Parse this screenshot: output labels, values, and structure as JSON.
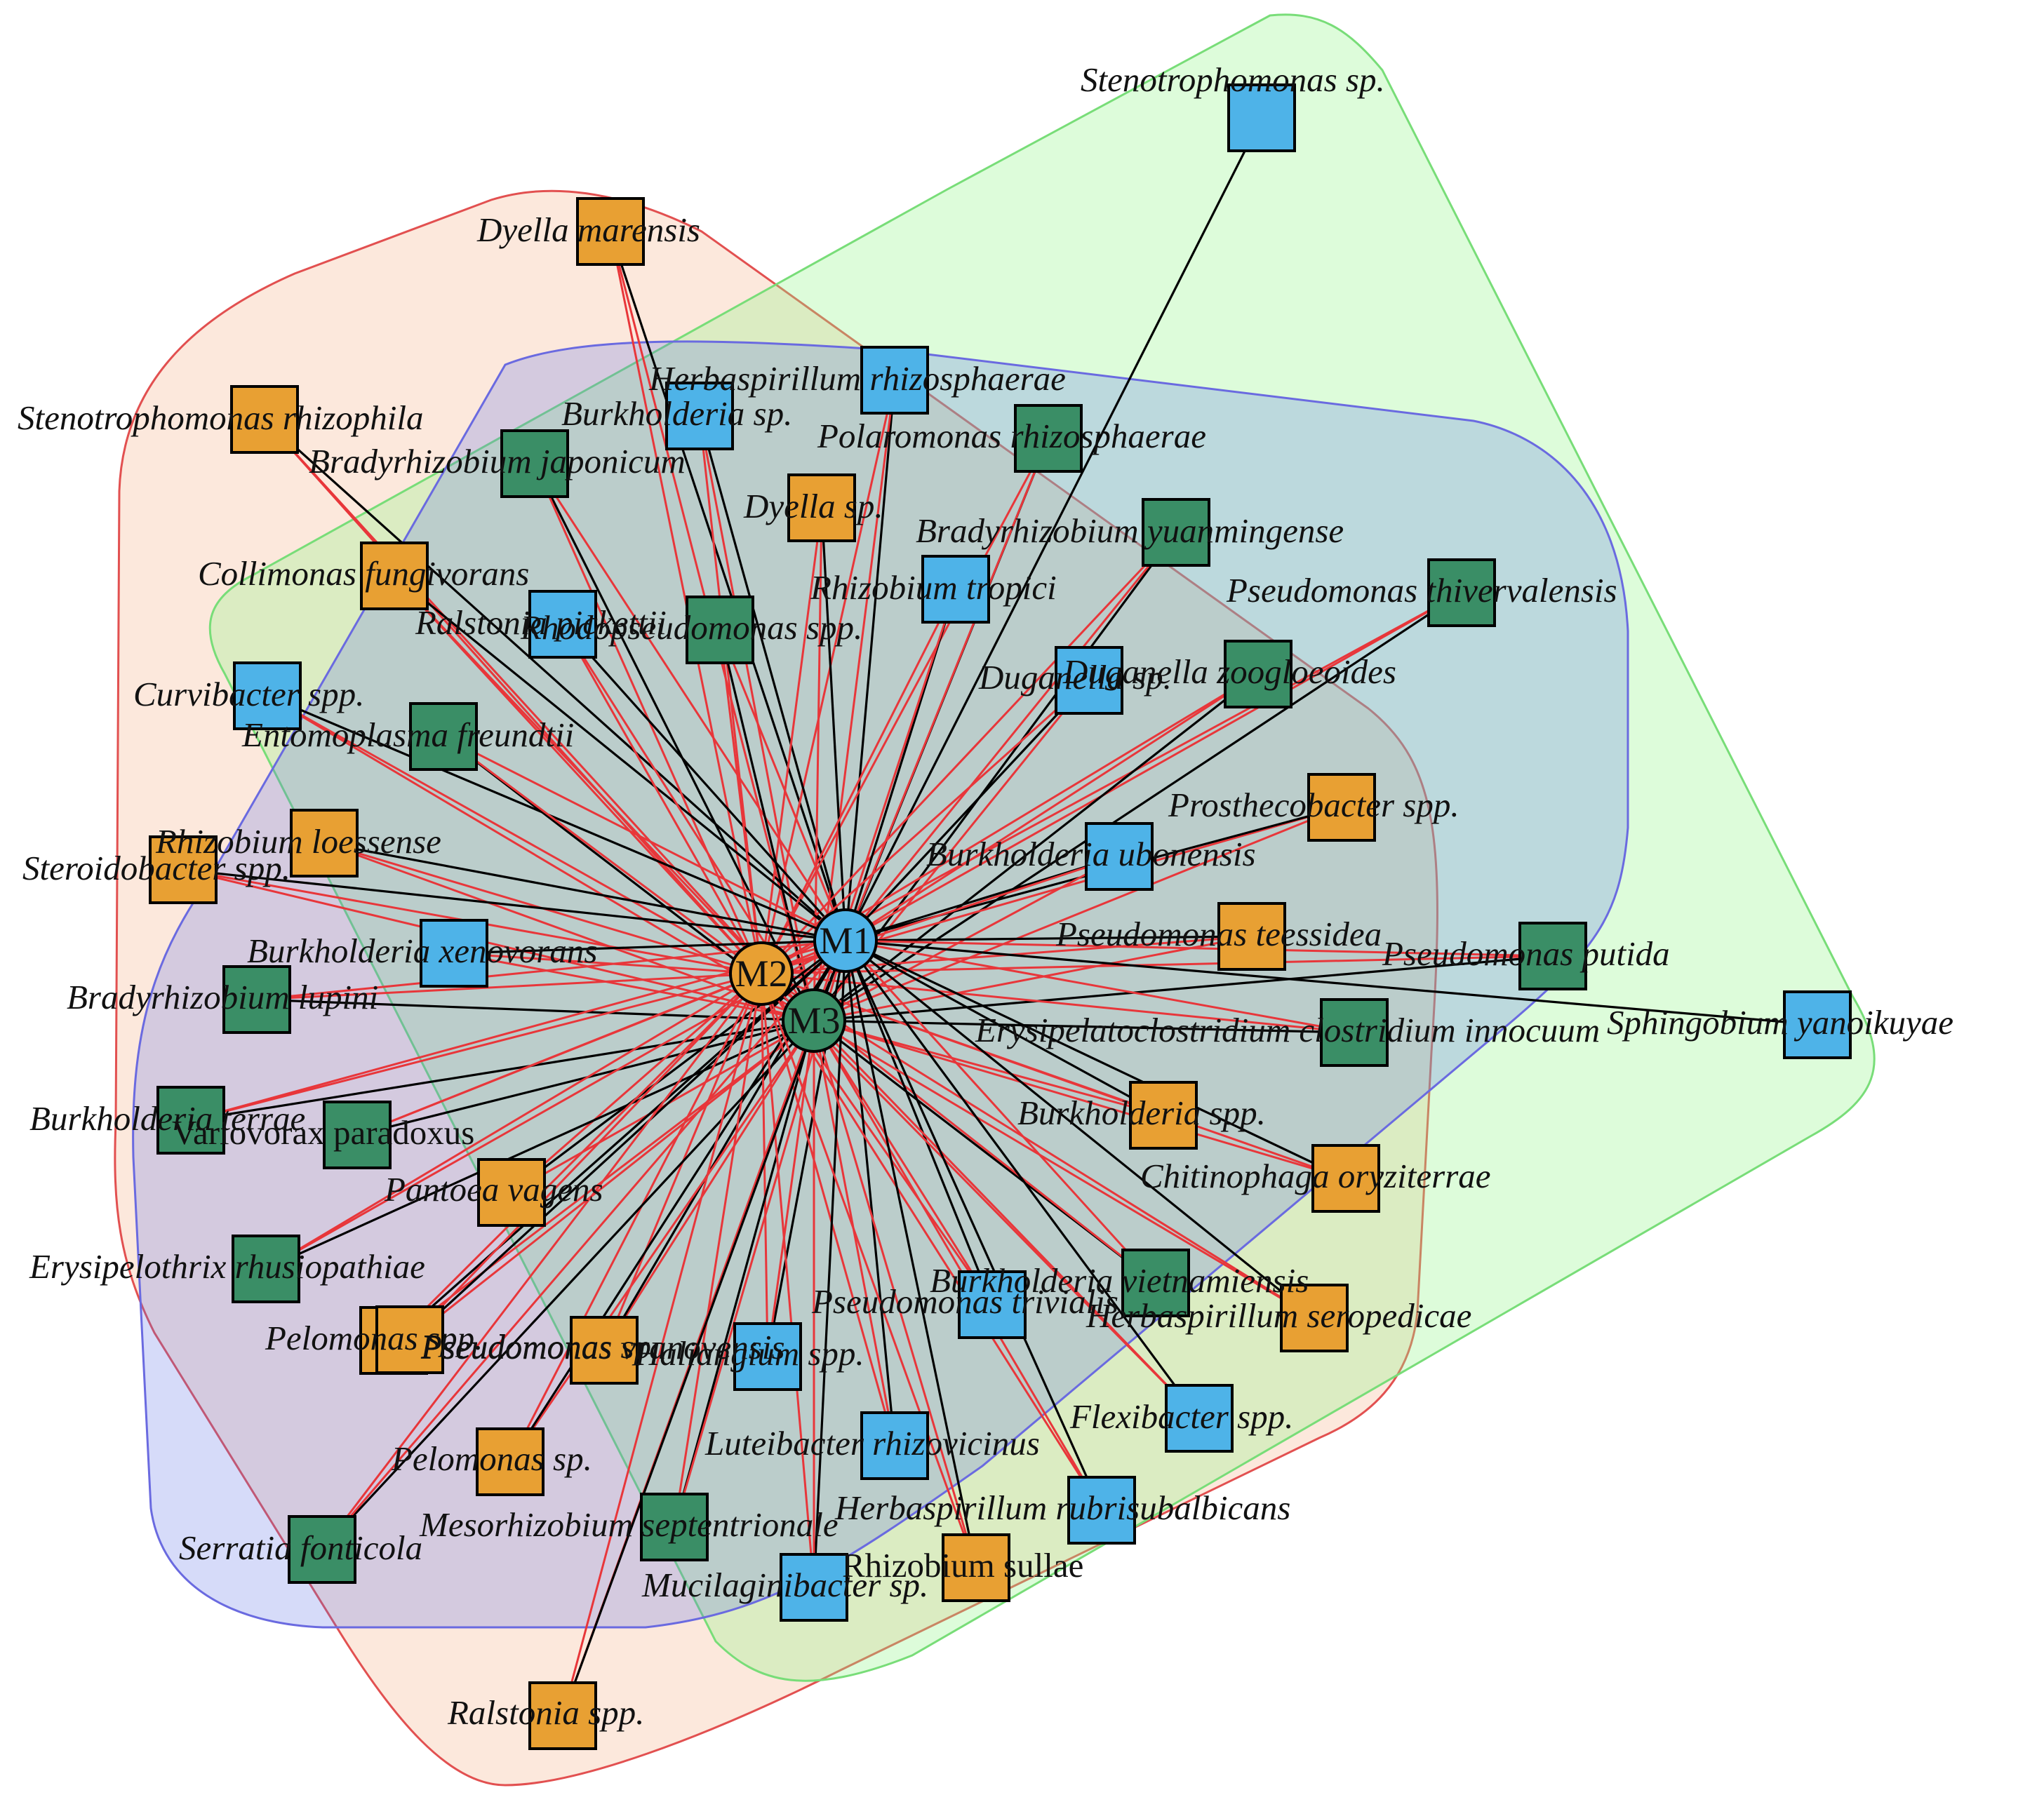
{
  "colors": {
    "orange": "#E8A033",
    "blue": "#4EB3E8",
    "green": "#3A8E66",
    "edge_red": "#E8363A",
    "edge_black": "#000000",
    "hull_red_fill": "rgba(244,180,140,0.30)",
    "hull_red_stroke": "#E25050",
    "hull_green_fill": "rgba(150,245,140,0.32)",
    "hull_green_stroke": "#78DD78",
    "hull_blue_fill": "rgba(90,110,230,0.25)",
    "hull_blue_stroke": "#6A6AE0"
  },
  "groups": [
    {
      "id": "hull-m2",
      "color": "red"
    },
    {
      "id": "hull-m1",
      "color": "green"
    },
    {
      "id": "hull-m3",
      "color": "blue"
    }
  ],
  "hubs": [
    {
      "id": "M1",
      "label": "M1",
      "color": "blue"
    },
    {
      "id": "M2",
      "label": "M2",
      "color": "orange"
    },
    {
      "id": "M3",
      "label": "M3",
      "color": "green"
    }
  ],
  "nodes": [
    {
      "label": "Stenotrophomonas sp.",
      "color": "blue"
    },
    {
      "label": "Dyella marensis",
      "color": "orange"
    },
    {
      "label": "Herbaspirillum rhizosphaerae",
      "color": "blue"
    },
    {
      "label": "Burkholderia sp.",
      "color": "blue"
    },
    {
      "label": "Polaromonas rhizosphaerae",
      "color": "green"
    },
    {
      "label": "Stenotrophomonas rhizophila",
      "color": "orange"
    },
    {
      "label": "Bradyrhizobium japonicum",
      "color": "green"
    },
    {
      "label": "Dyella sp.",
      "color": "orange"
    },
    {
      "label": "Bradyrhizobium yuanmingense",
      "color": "green"
    },
    {
      "label": "Collimonas fungivorans",
      "color": "orange"
    },
    {
      "label": "Rhizobium tropici",
      "color": "blue"
    },
    {
      "label": "Pseudomonas thivervalensis",
      "color": "green"
    },
    {
      "label": "Ralstonia pickettii",
      "color": "blue"
    },
    {
      "label": "Rhodopseudomonas spp.",
      "color": "green"
    },
    {
      "label": "Duganella sp.",
      "color": "blue"
    },
    {
      "label": "Duganella zoogloeoides",
      "color": "green"
    },
    {
      "label": "Curvibacter spp.",
      "color": "blue"
    },
    {
      "label": "Entomoplasma freundtii",
      "color": "green"
    },
    {
      "label": "Prosthecobacter spp.",
      "color": "orange"
    },
    {
      "label": "Rhizobium loessense",
      "color": "orange"
    },
    {
      "label": "Steroidobacter spp.",
      "color": "orange"
    },
    {
      "label": "Burkholderia ubonensis",
      "color": "blue"
    },
    {
      "label": "Pseudomonas teessidea",
      "color": "orange"
    },
    {
      "label": "Burkholderia xenovorans",
      "color": "blue"
    },
    {
      "label": "Pseudomonas putida",
      "color": "green"
    },
    {
      "label": "Bradyrhizobium lupini",
      "color": "green"
    },
    {
      "label": "Sphingobium yanoikuyae",
      "color": "blue"
    },
    {
      "label": "Erysipelatoclostridium clostridium innocuum",
      "color": "green"
    },
    {
      "label": "Burkholderia terrae",
      "color": "green"
    },
    {
      "label": "Variovorax paradoxus",
      "color": "green"
    },
    {
      "label": "Burkholderia spp.",
      "color": "orange"
    },
    {
      "label": "Pantoea vagens",
      "color": "orange"
    },
    {
      "label": "Chitinophaga oryziterrae",
      "color": "orange"
    },
    {
      "label": "Erysipelothrix rhusiopathiae",
      "color": "green"
    },
    {
      "label": "Burkholderia vietnamiensis",
      "color": "green"
    },
    {
      "label": "Pseudomonas trivialis",
      "color": "blue"
    },
    {
      "label": "Herbaspirillum seropedicae",
      "color": "orange"
    },
    {
      "label": "Pelomonas spp.",
      "color": "orange"
    },
    {
      "label": "Pseudomonas sp.",
      "color": "orange"
    },
    {
      "label": "Pseudomonas vranovensis",
      "color": "orange"
    },
    {
      "label": "Haliangium spp.",
      "color": "blue"
    },
    {
      "label": "Flexibacter spp.",
      "color": "blue"
    },
    {
      "label": "Pelomonas sp.",
      "color": "orange"
    },
    {
      "label": "Luteibacter rhizovicinus",
      "color": "blue"
    },
    {
      "label": "Mesorhizobium septentrionale",
      "color": "green"
    },
    {
      "label": "Herbaspirillum rubrisubalbicans",
      "color": "blue"
    },
    {
      "label": "Serratia fonticola",
      "color": "green"
    },
    {
      "label": "Mucilaginibacter sp.",
      "color": "blue"
    },
    {
      "label": "Rhizobium sullae",
      "color": "orange"
    },
    {
      "label": "Ralstonia spp.",
      "color": "orange"
    }
  ]
}
